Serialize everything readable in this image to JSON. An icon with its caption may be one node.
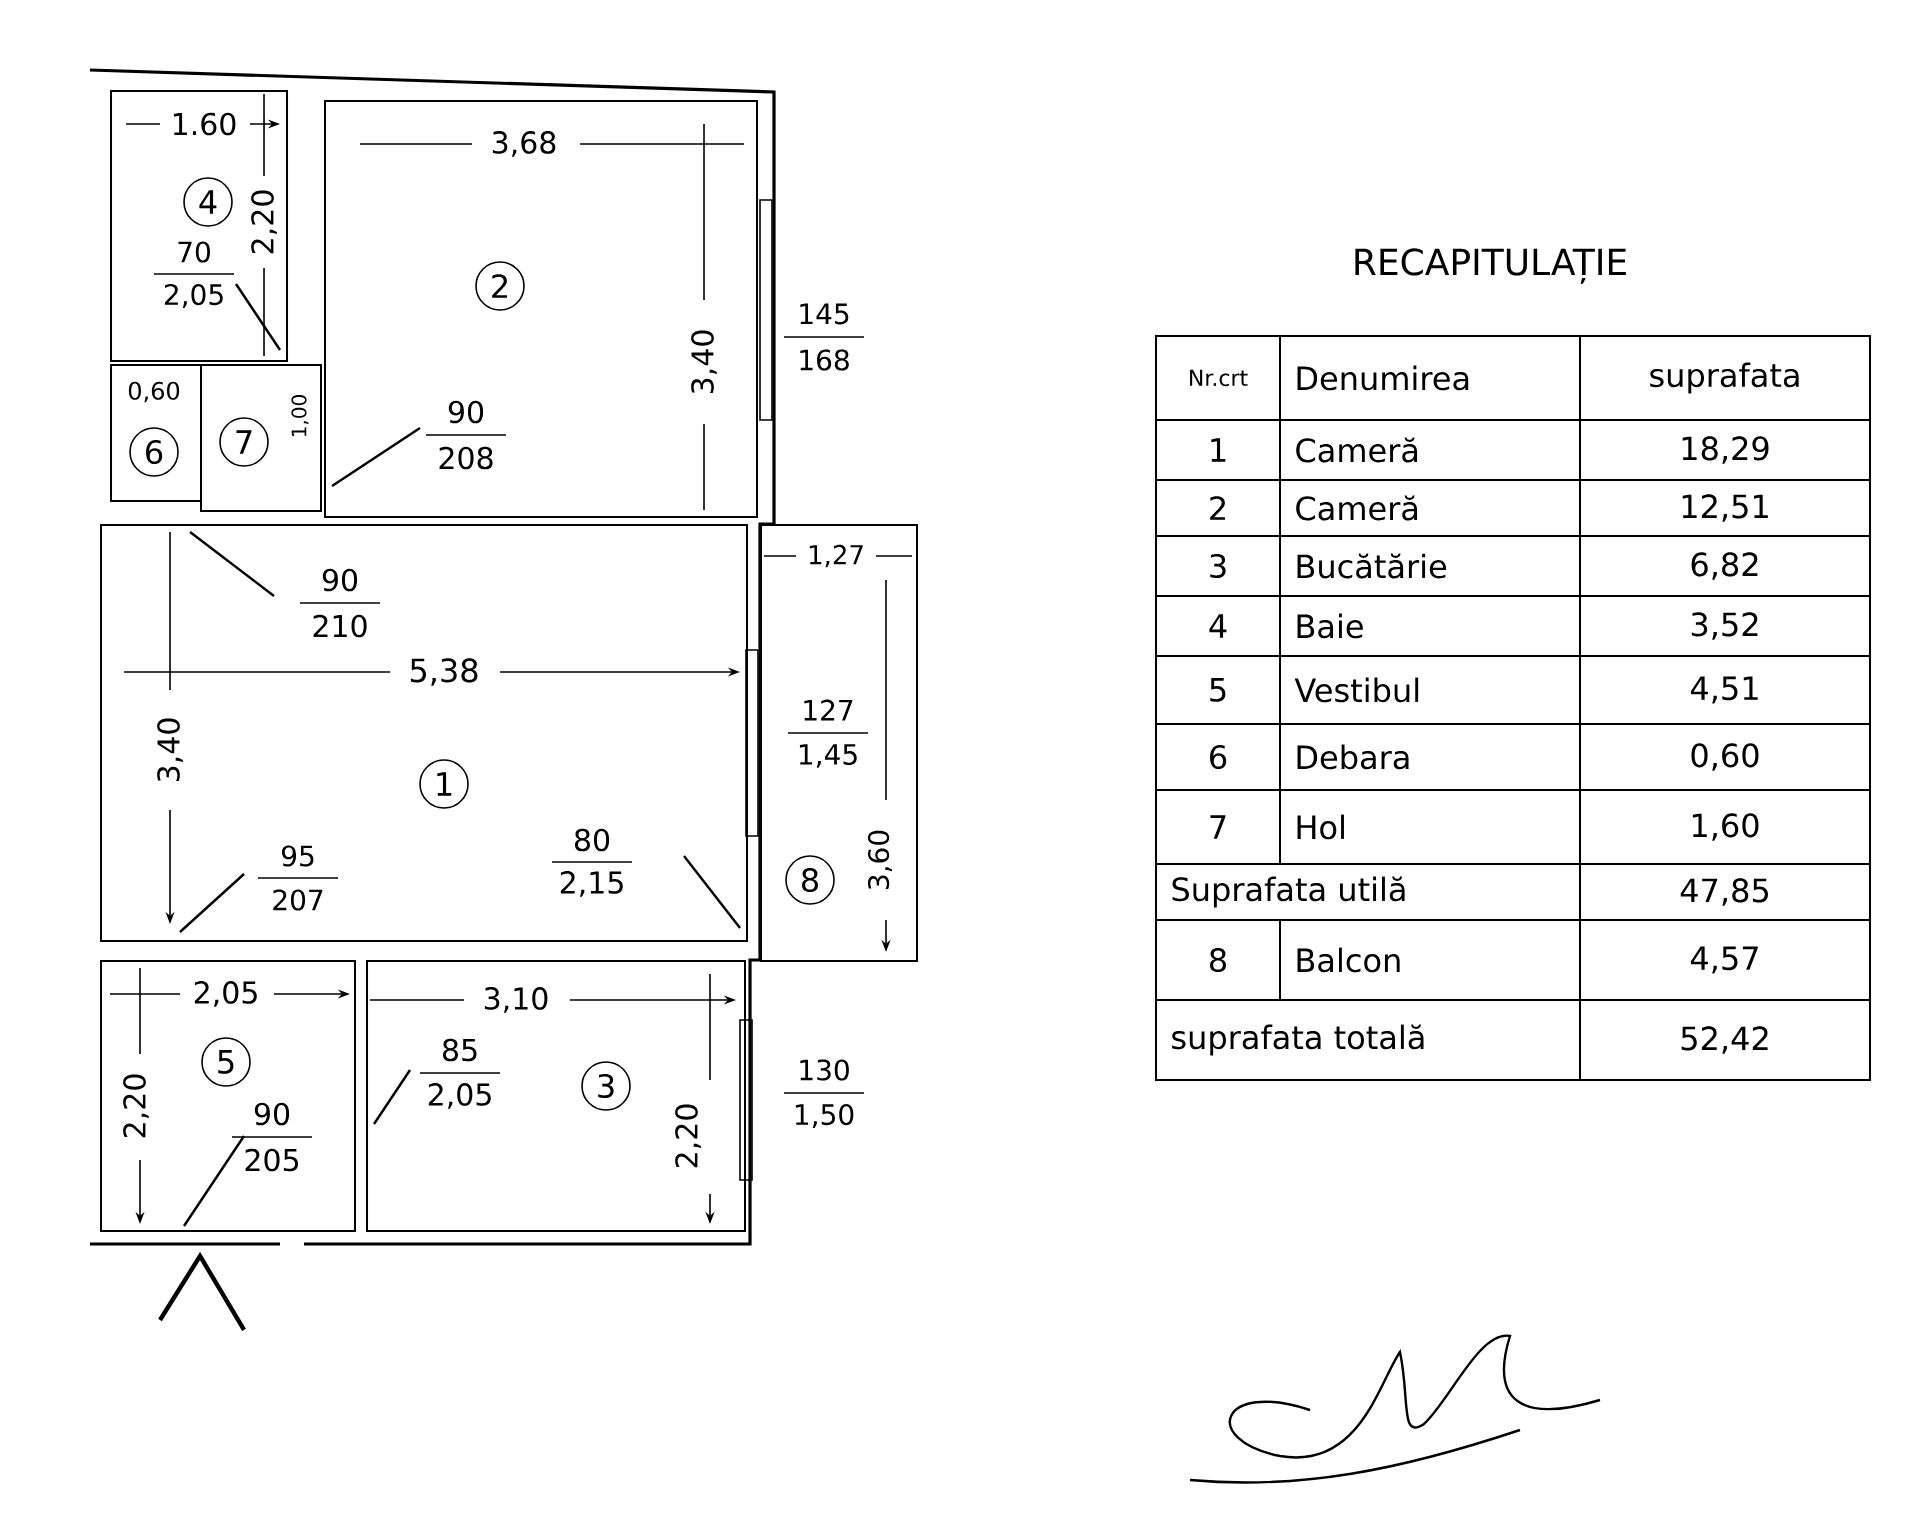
{
  "diagram": {
    "title": "RECAPITULAȚIE",
    "nodes": [
      {
        "text": [
          "4"
        ]
      },
      {
        "text": [
          "2"
        ]
      },
      {
        "text": [
          "6"
        ]
      },
      {
        "text": [
          "7"
        ]
      },
      {
        "text": [
          "1"
        ]
      },
      {
        "text": [
          "8"
        ]
      },
      {
        "text": [
          "5"
        ]
      },
      {
        "text": [
          "3"
        ]
      }
    ],
    "labels": [
      "1.60",
      "3,68",
      "2,20",
      "3,40",
      "70",
      "2,05",
      "0,60",
      "1,00",
      "90",
      "208",
      "145",
      "168",
      "1,27",
      "90",
      "210",
      "5,38",
      "3,40",
      "127",
      "1,45",
      "80",
      "2,15",
      "3,60",
      "95",
      "207",
      "2,05",
      "3,10",
      "85",
      "2,05",
      "2,20",
      "90",
      "205",
      "2,20",
      "130",
      "1,50",
      "Nr.crt",
      "Denumirea",
      "suprafata",
      "1",
      "Cameră",
      "18,29",
      "2",
      "Cameră",
      "12,51",
      "3",
      "Bucătărie",
      "6,82",
      "4",
      "Baie",
      "3,52",
      "5",
      "Vestibul",
      "4,51",
      "6",
      "Debara",
      "0,60",
      "7",
      "Hol",
      "1,60",
      "Suprafata utilă",
      "47,85",
      "8",
      "Balcon",
      "4,57",
      "suprafata totală",
      "52,42"
    ]
  }
}
